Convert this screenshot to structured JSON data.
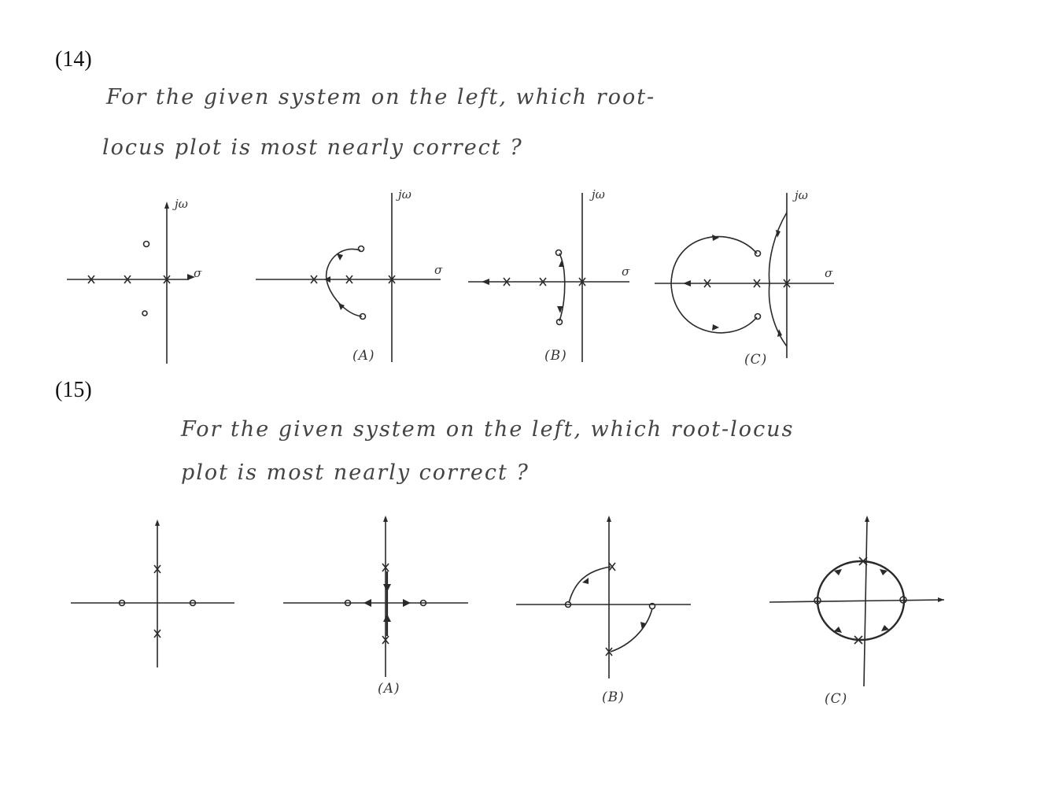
{
  "questions": [
    {
      "number": "(14)",
      "text_line1": "For the given system on the left, which root-",
      "text_line2": "locus plot is most nearly correct ?",
      "axis_imag": "jω",
      "axis_real": "σ",
      "options": [
        "(A)",
        "(B)",
        "(C)"
      ]
    },
    {
      "number": "(15)",
      "text_line1": "For the given system on the left, which root-locus",
      "text_line2": "plot is most nearly correct ?",
      "options": [
        "(A)",
        "(B)",
        "(C)"
      ]
    }
  ]
}
